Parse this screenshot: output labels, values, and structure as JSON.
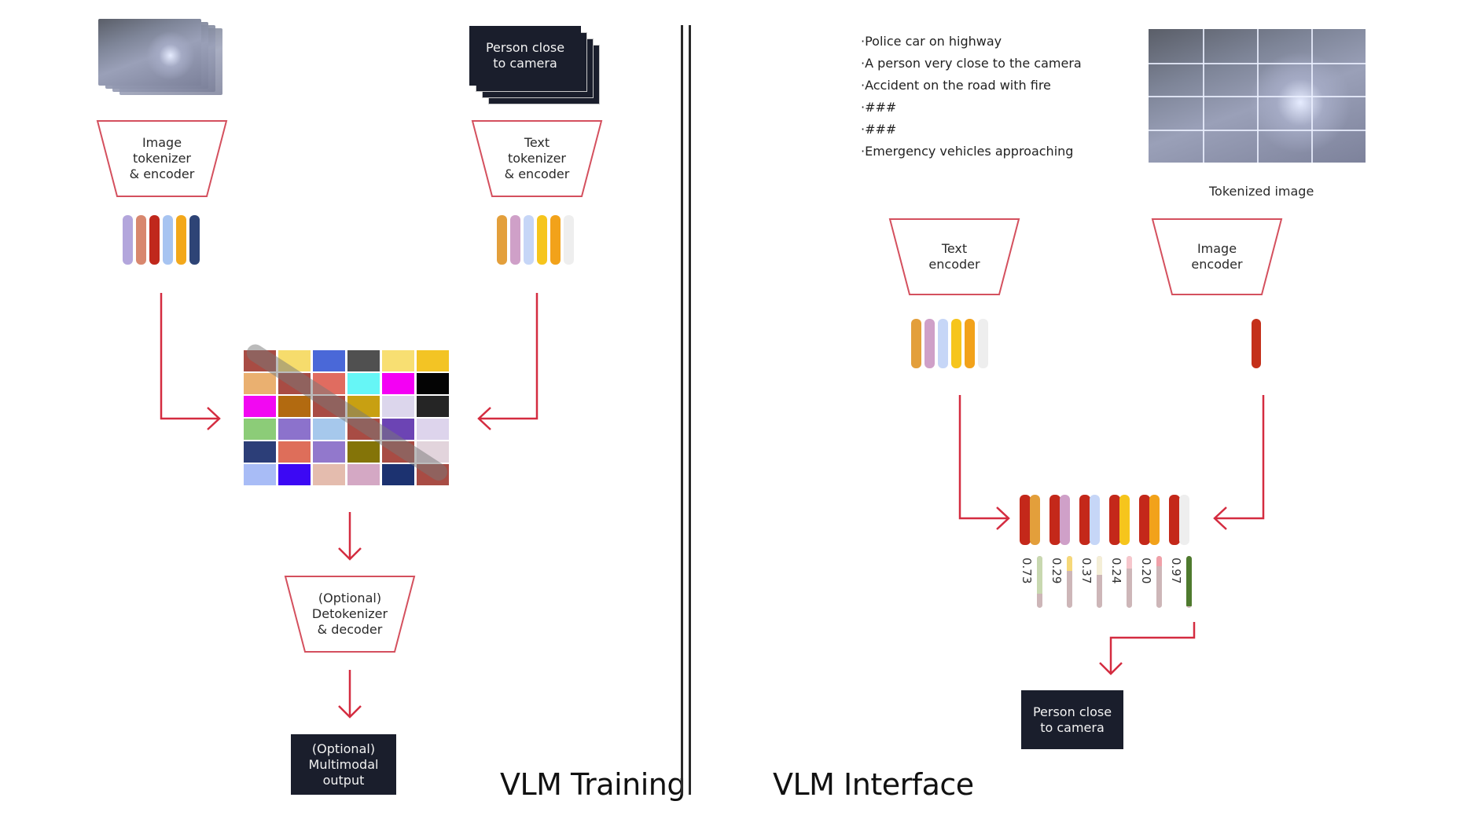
{
  "training": {
    "title": "VLM Training",
    "image_encoder_label": [
      "Image",
      "tokenizer",
      "& encoder"
    ],
    "text_input_label": [
      "Person close",
      "to camera"
    ],
    "text_encoder_label": [
      "Text",
      "tokenizer",
      "& encoder"
    ],
    "image_tokens": [
      "#b3a6dc",
      "#d8876e",
      "#c0281c",
      "#a7c4f1",
      "#f3a81b",
      "#2e4476"
    ],
    "text_tokens": [
      "#e39f3b",
      "#cfa0c8",
      "#c6d6f7",
      "#f6c51c",
      "#f2a21a",
      "#eeeeee"
    ],
    "grid_colors": [
      [
        "#a84c44",
        "#f6dc6c",
        "#4a68d8",
        "#505050",
        "#f8df72",
        "#f3c424"
      ],
      [
        "#eab070",
        "#a84c44",
        "#e06c60",
        "#66f6f6",
        "#f400f4",
        "#040404"
      ],
      [
        "#f208f2",
        "#b26a10",
        "#a84c44",
        "#c8a012",
        "#dcd6ec",
        "#252525"
      ],
      [
        "#8ccc78",
        "#8c72cc",
        "#a6c8ec",
        "#a84c44",
        "#6c44b4",
        "#ddd4ec"
      ],
      [
        "#2c3e78",
        "#de6e5a",
        "#9278cc",
        "#847408",
        "#a84c44",
        "#e2d4dc"
      ],
      [
        "#a8bcf6",
        "#3c08f4",
        "#e4bcae",
        "#d4a8c4",
        "#1c3270",
        "#a84c44"
      ]
    ],
    "decoder_label": [
      "(Optional)",
      "Detokenizer",
      "& decoder"
    ],
    "output_label": [
      "(Optional)",
      "Multimodal",
      "output"
    ]
  },
  "interface": {
    "title": "VLM Interface",
    "captions": [
      "Police car on highway",
      "A person very close to the camera",
      "Accident on the road with fire",
      "###",
      "###",
      "Emergency vehicles approaching"
    ],
    "tokenized_image_label": "Tokenized image",
    "text_encoder_label": [
      "Text",
      "encoder"
    ],
    "image_encoder_label": [
      "Image",
      "encoder"
    ],
    "text_tokens": [
      "#e39f3b",
      "#cfa0c8",
      "#c6d6f7",
      "#f6c51c",
      "#f2a21a",
      "#eeeeee"
    ],
    "image_token": "#c4301a",
    "pairs": [
      {
        "text_color": "#e39f3b",
        "score": "0.73",
        "value": 0.73,
        "fill": "#c8d8b0"
      },
      {
        "text_color": "#cfa0c8",
        "score": "0.29",
        "value": 0.29,
        "fill": "#f6d878"
      },
      {
        "text_color": "#c6d6f7",
        "score": "0.37",
        "value": 0.37,
        "fill": "#f4eed6"
      },
      {
        "text_color": "#f6c51c",
        "score": "0.24",
        "value": 0.24,
        "fill": "#f6c6cc"
      },
      {
        "text_color": "#f2a21a",
        "score": "0.20",
        "value": 0.2,
        "fill": "#f0a0a8"
      },
      {
        "text_color": "#eeeeee",
        "score": "0.97",
        "value": 0.97,
        "fill": "#4e7a2e"
      }
    ],
    "output_label": [
      "Person close",
      "to camera"
    ]
  },
  "colors": {
    "arrow": "#d42c40",
    "trapezoid_stroke": "#d4505e",
    "dark_box": "#1a1e2c",
    "pair_red": "#c4281a"
  }
}
